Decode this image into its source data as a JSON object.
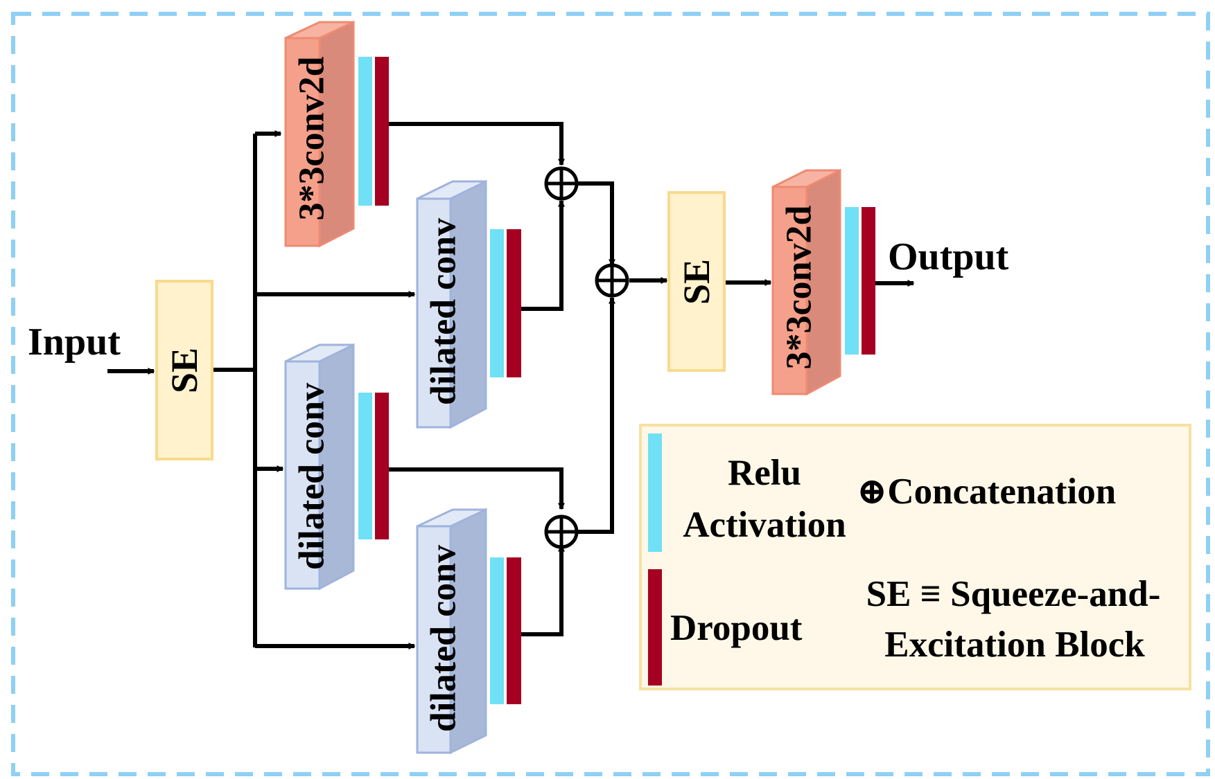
{
  "colors": {
    "frame": "#8fd0f5",
    "conv_front": "#f5a08a",
    "conv_top": "#f7b4a2",
    "conv_side": "#d98a7a",
    "conv_border": "#ee8a73",
    "dil_front": "#dae3f3",
    "dil_top": "#e3eaf7",
    "dil_side": "#a9b8d6",
    "dil_border": "#9fb3dd",
    "se_fill": "#fff2cc",
    "se_border": "#f8da8f",
    "relu": "#6fe0f6",
    "dropout": "#a50021",
    "legend_fill": "#fff8e8",
    "legend_border": "#f8e0a0",
    "arrow": "#000000"
  },
  "labels": {
    "input": "Input",
    "output": "Output",
    "se_first": "SE",
    "se_second": "SE",
    "conv_top": "3*3conv2d",
    "dilated_a": "dilated conv",
    "dilated_b": "dilated conv",
    "dilated_c": "dilated conv",
    "conv_final": "3*3conv2d",
    "concat_symbol": "⊕"
  },
  "legend": {
    "relu_line1": "Relu",
    "relu_line2": "Activation",
    "concat": "⊕Concatenation",
    "dropout": "Dropout",
    "se_line1": "SE ≡ Squeeze-and-",
    "se_line2": "Excitation Block"
  }
}
